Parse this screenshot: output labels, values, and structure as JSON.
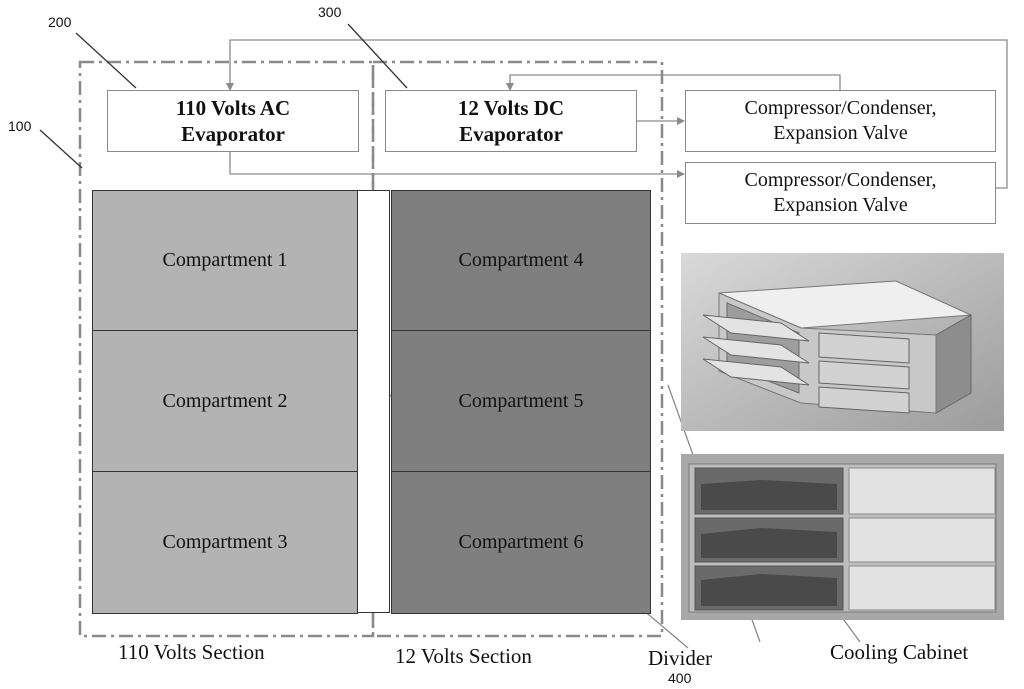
{
  "refs": {
    "r100": "100",
    "r200": "200",
    "r300": "300",
    "r400": "400"
  },
  "evaporators": {
    "ac": "110 Volts AC\nEvaporator",
    "dc": "12 Volts DC\nEvaporator"
  },
  "compressors": {
    "top": "Compressor/Condenser,\nExpansion Valve",
    "bottom": "Compressor/Condenser,\nExpansion Valve"
  },
  "compartments": [
    "Compartment 1",
    "Compartment 2",
    "Compartment 3",
    "Compartment 4",
    "Compartment 5",
    "Compartment 6"
  ],
  "labels": {
    "section_110": "110 Volts Section",
    "section_12": "12 Volts Section",
    "divider": "Divider",
    "cabinet": "Cooling Cabinet"
  },
  "colors": {
    "left_compartments": "#b3b3b3",
    "right_compartments": "#7f7f7f",
    "lines": "#8a8a8a"
  }
}
